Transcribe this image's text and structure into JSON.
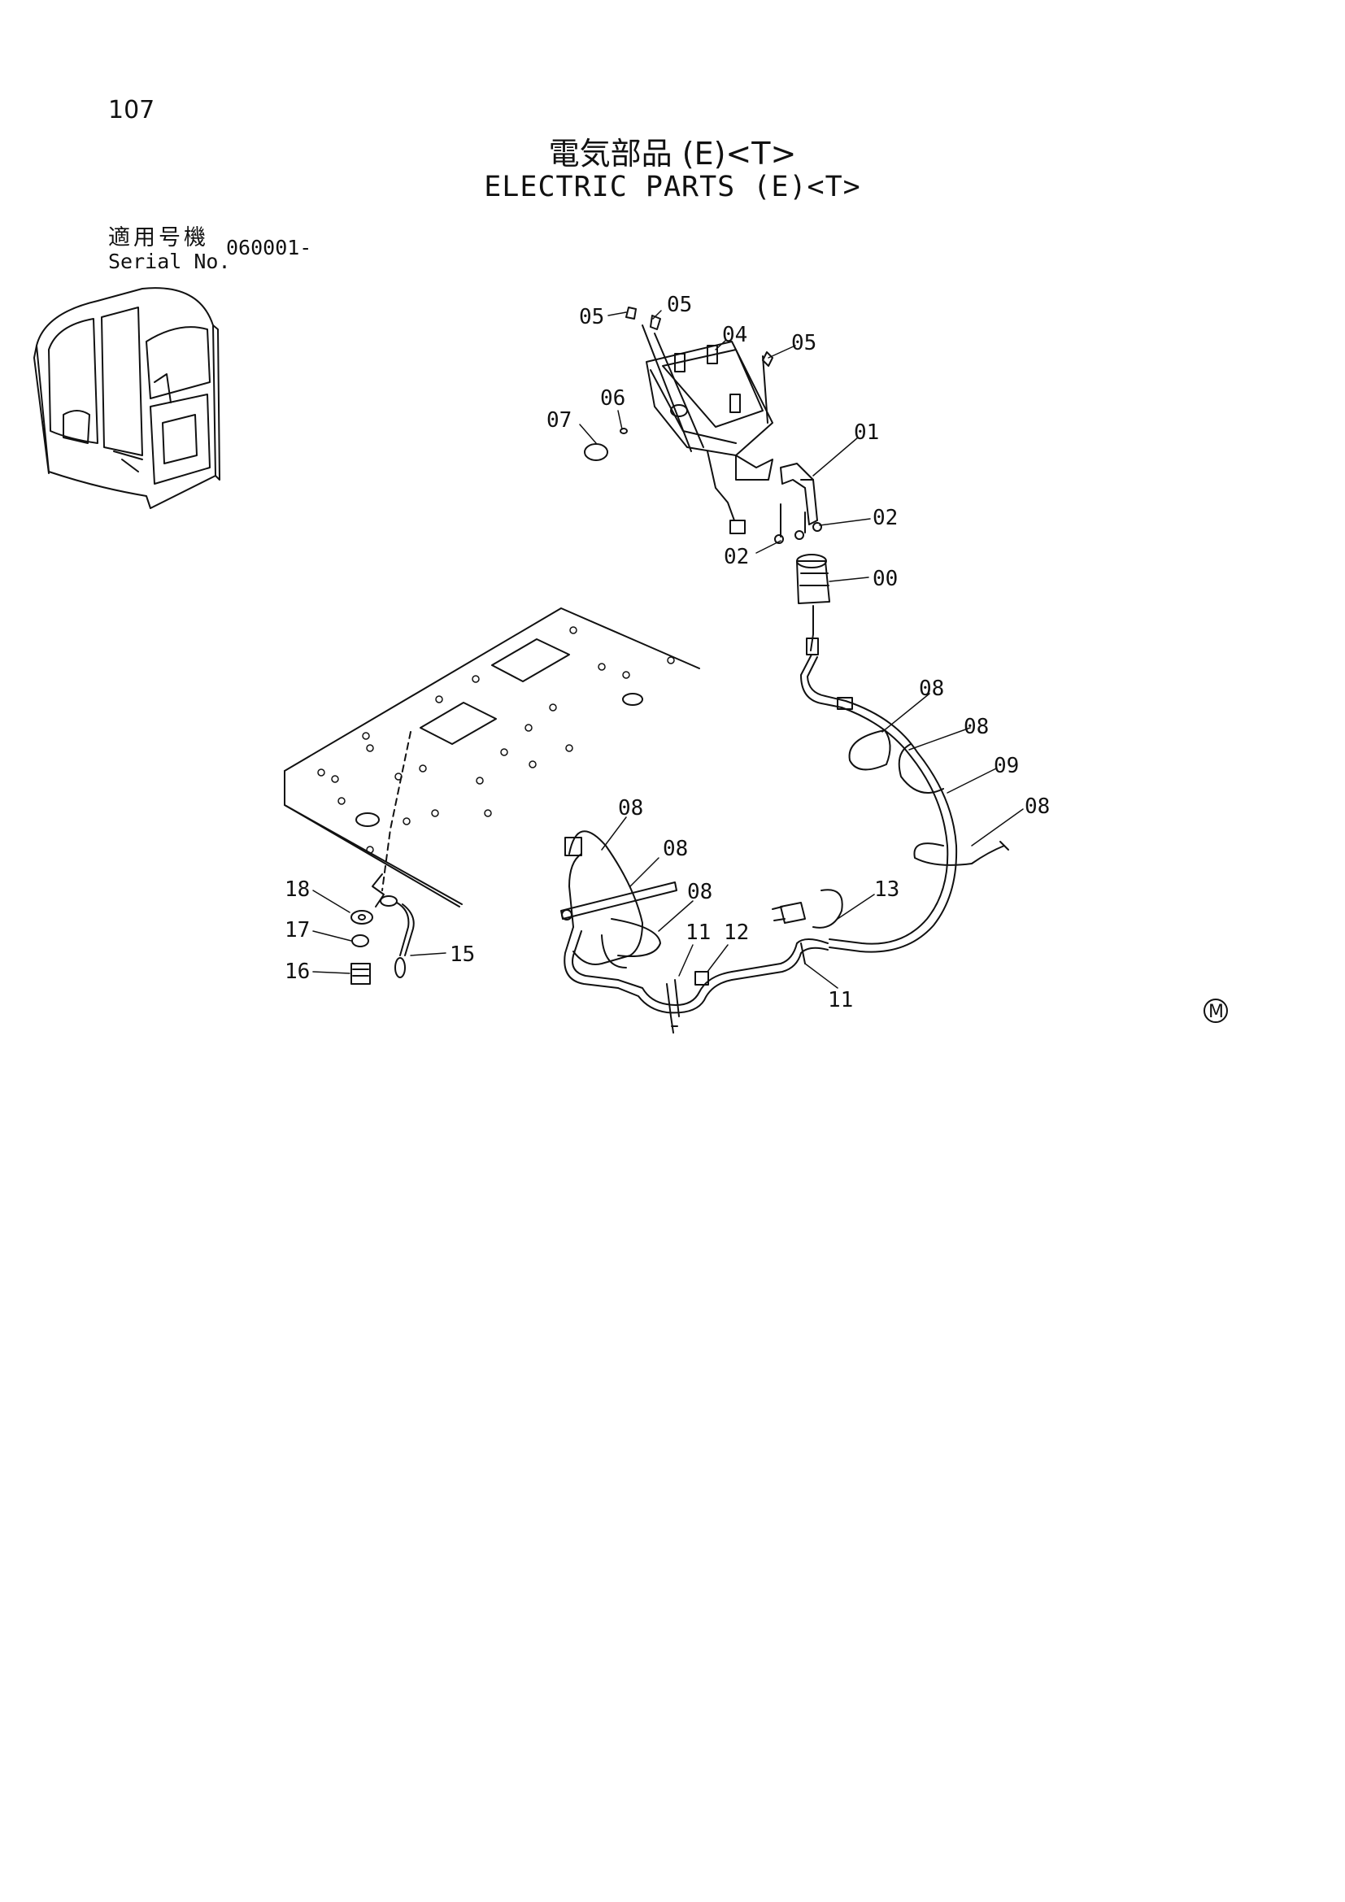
{
  "header": {
    "page_number": "107",
    "title_jp": "電気部品 (E)<T>",
    "title_en": "ELECTRIC PARTS (E)<T>",
    "serial_label_jp": "適用号機",
    "serial_label_en": "Serial No.",
    "serial_value": "060001-"
  },
  "callouts": [
    "05",
    "05",
    "04",
    "05",
    "06",
    "07",
    "01",
    "02",
    "02",
    "00",
    "08",
    "08",
    "09",
    "08",
    "08",
    "08",
    "08",
    "13",
    "11",
    "12",
    "11",
    "18",
    "17",
    "16",
    "15"
  ],
  "mark": "M"
}
